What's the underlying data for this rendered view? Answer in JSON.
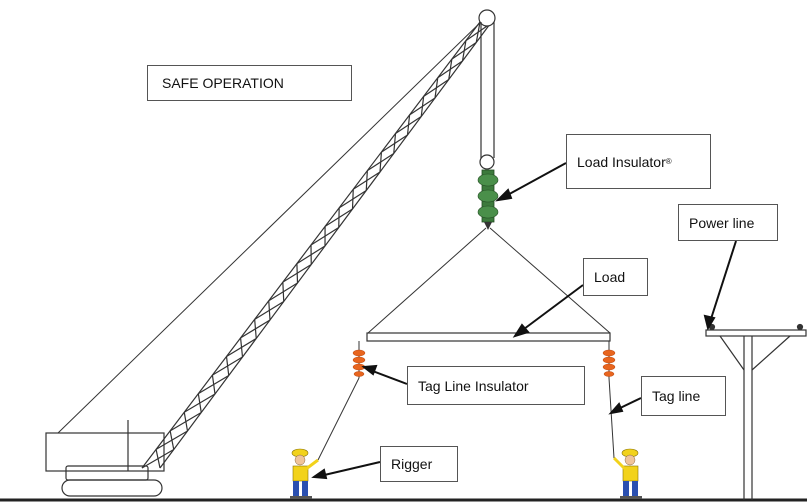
{
  "title": "SAFE OPERATION",
  "labels": {
    "load_insulator": "Load Insulator",
    "load_insulator_mark": "®",
    "power_line": "Power line",
    "load": "Load",
    "tag_line_insulator": "Tag Line Insulator",
    "tag_line": "Tag line",
    "rigger": "Rigger"
  },
  "colors": {
    "line": "#333333",
    "insulator_green": "#3c7a3c",
    "insulator_orange": "#e8651e",
    "worker_yellow": "#f2d21b",
    "worker_blue": "#2a4fb0",
    "ground": "#222222"
  }
}
